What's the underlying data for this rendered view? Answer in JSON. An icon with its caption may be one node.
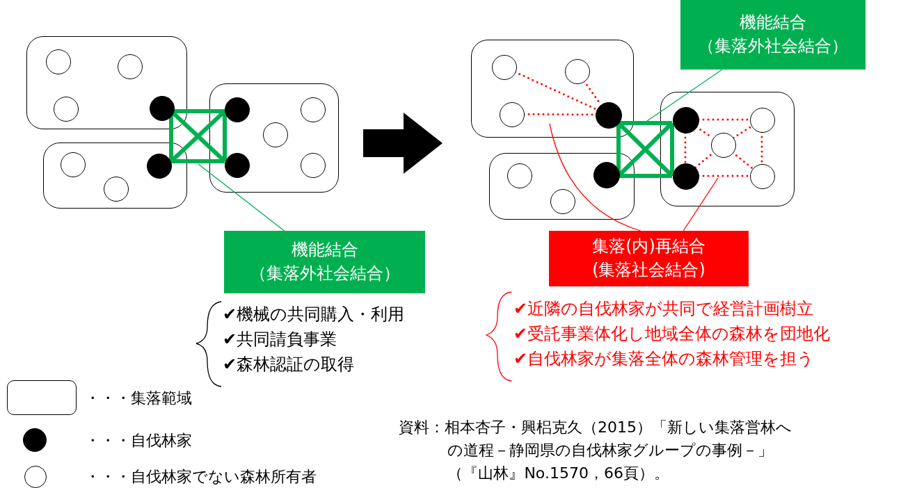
{
  "diagram": {
    "nodes": [
      {
        "text": [],
        "shape": "box"
      },
      {
        "text": [],
        "shape": "circle",
        "in": 0
      },
      {
        "text": [],
        "shape": "circle",
        "in": 0
      },
      {
        "text": [],
        "shape": "circle",
        "in": 0
      },
      {
        "text": [],
        "shape": "circle",
        "in": 0
      },
      {
        "text": [],
        "shape": "box"
      },
      {
        "text": [],
        "shape": "circle",
        "in": 5
      },
      {
        "text": [],
        "shape": "circle",
        "in": 5
      },
      {
        "text": [],
        "shape": "circle",
        "in": 5
      },
      {
        "text": [],
        "shape": "box"
      },
      {
        "text": [],
        "shape": "circle",
        "in": 9
      },
      {
        "text": [],
        "shape": "circle",
        "in": 9
      },
      {
        "text": [],
        "shape": "circle",
        "in": 9
      },
      {
        "text": [],
        "shape": "circle",
        "in": 9
      },
      {
        "text": [],
        "shape": "circle",
        "in": 9
      },
      {
        "text": [],
        "shape": "box"
      },
      {
        "text": [],
        "shape": "circle",
        "in": 15
      },
      {
        "text": [],
        "shape": "circle",
        "in": 15
      },
      {
        "text": [],
        "shape": "circle",
        "in": 15
      },
      {
        "text": [],
        "shape": "circle",
        "in": 15
      },
      {
        "text": [],
        "shape": "box"
      },
      {
        "text": [],
        "shape": "circle",
        "in": 20
      },
      {
        "text": [],
        "shape": "circle",
        "in": 20
      },
      {
        "text": [],
        "shape": "circle",
        "in": 20
      },
      {
        "text": [],
        "shape": "box"
      },
      {
        "text": [],
        "shape": "circle",
        "in": 24
      },
      {
        "text": [],
        "shape": "circle",
        "in": 24
      },
      {
        "text": [],
        "shape": "circle",
        "in": 24
      },
      {
        "text": [],
        "shape": "circle",
        "in": 24
      },
      {
        "text": [],
        "shape": "circle",
        "in": 24
      },
      {
        "text": [
          "機能結合",
          "（集落外社会結合）"
        ]
      },
      {
        "text": [
          "機能結合",
          "（集落外社会結合）"
        ]
      },
      {
        "text": [
          "集落(内)再結合",
          "(集落社会結合)"
        ]
      }
    ],
    "edges": [
      {
        "from": 4,
        "to": 10,
        "arrow": "none",
        "style": "thick",
        "color": "#00b050"
      },
      {
        "from": 4,
        "to": 8,
        "arrow": "none",
        "style": "thick",
        "color": "#00b050"
      },
      {
        "from": 4,
        "to": 13,
        "arrow": "none",
        "style": "thick",
        "color": "#00b050"
      },
      {
        "from": 8,
        "to": 10,
        "arrow": "none",
        "style": "thick",
        "color": "#00b050"
      },
      {
        "from": 8,
        "to": 13,
        "arrow": "none",
        "style": "thick",
        "color": "#00b050"
      },
      {
        "from": 10,
        "to": 13,
        "arrow": "none",
        "style": "thick",
        "color": "#00b050"
      },
      {
        "from": 19,
        "to": 25,
        "arrow": "none",
        "style": "thick",
        "color": "#00b050"
      },
      {
        "from": 19,
        "to": 23,
        "arrow": "none",
        "style": "thick",
        "color": "#00b050"
      },
      {
        "from": 19,
        "to": 28,
        "arrow": "none",
        "style": "thick",
        "color": "#00b050"
      },
      {
        "from": 23,
        "to": 25,
        "arrow": "none",
        "style": "thick",
        "color": "#00b050"
      },
      {
        "from": 23,
        "to": 28,
        "arrow": "none",
        "style": "thick",
        "color": "#00b050"
      },
      {
        "from": 25,
        "to": 28,
        "arrow": "none",
        "style": "thick",
        "color": "#00b050"
      },
      {
        "from": 16,
        "to": 19,
        "arrow": "none",
        "style": "dashed",
        "color": "#ff0000"
      },
      {
        "from": 17,
        "to": 19,
        "arrow": "none",
        "style": "dashed",
        "color": "#ff0000"
      },
      {
        "from": 18,
        "to": 19,
        "arrow": "none",
        "style": "dashed",
        "color": "#ff0000"
      },
      {
        "from": 25,
        "to": 26,
        "arrow": "none",
        "style": "dashed",
        "color": "#ff0000"
      },
      {
        "from": 25,
        "to": 27,
        "arrow": "none",
        "style": "dashed",
        "color": "#ff0000"
      },
      {
        "from": 25,
        "to": 28,
        "arrow": "none",
        "style": "dashed",
        "color": "#ff0000"
      },
      {
        "from": 28,
        "to": 27,
        "arrow": "none",
        "style": "dashed",
        "color": "#ff0000"
      },
      {
        "from": 28,
        "to": 29,
        "arrow": "none",
        "style": "dashed",
        "color": "#ff0000"
      },
      {
        "from": 26,
        "to": 29,
        "arrow": "none",
        "style": "dashed",
        "color": "#ff0000"
      },
      {
        "from": 27,
        "to": 26,
        "arrow": "none",
        "style": "dashed",
        "color": "#ff0000"
      },
      {
        "from": 27,
        "to": 29,
        "arrow": "none",
        "style": "dashed",
        "color": "#ff0000"
      },
      {
        "from": 31,
        "to": null,
        "arrow": "none",
        "color": "#00b050"
      },
      {
        "from": 30,
        "to": null,
        "arrow": "none",
        "color": "#00b050"
      },
      {
        "from": 32,
        "to": null,
        "arrow": "none",
        "color": "#ff0000"
      },
      {
        "from": 32,
        "to": null,
        "arrow": "none",
        "color": "#ff0000"
      }
    ],
    "labels": [
      "✔機械の共同購入・利用",
      "✔共同請負事業",
      "✔森林認証の取得",
      "✔近隣の自伐林家が共同で経営計画樹立",
      "✔受託事業体化し地域全体の森林を団地化",
      "✔自伐林家が集落全体の森林管理を担う",
      "資料：相本杏子・興梠克久（2015）「新しい集落営林への道程－静岡県の自伐林家グループの事例－」（『山林』No.1570，66頁）。"
    ],
    "legend": [
      {
        "text": "・・・集落範域"
      },
      {
        "text": "・・・自伐林家"
      },
      {
        "text": "・・・自伐林家でない森林所有者"
      }
    ]
  }
}
